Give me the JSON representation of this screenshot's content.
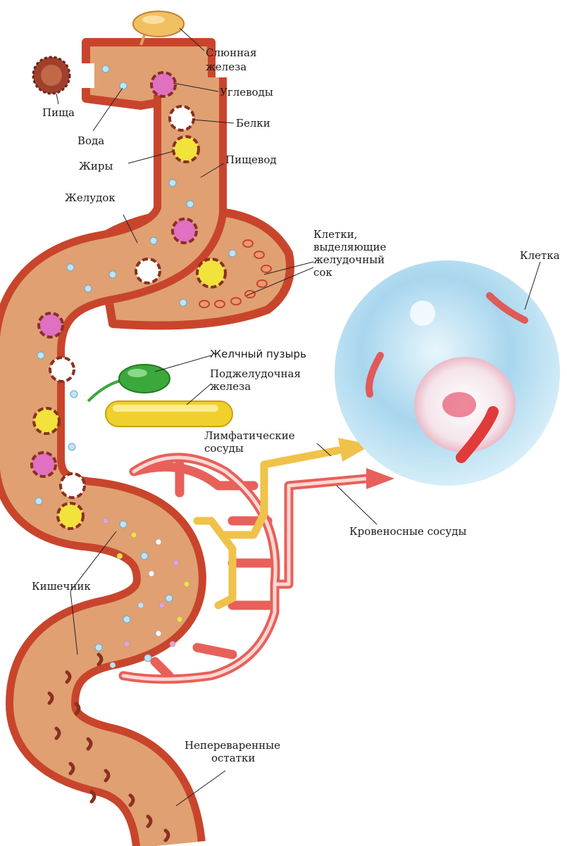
{
  "labels": {
    "salivary_gland": [
      "Слюнная",
      "железа"
    ],
    "food": "Пища",
    "water": "Вода",
    "carbohydrates": "Углеводы",
    "proteins": "Белки",
    "fats": "Жиры",
    "esophagus": "Пищевод",
    "stomach": "Желудок",
    "gastric_cells": [
      "Клетки,",
      "выделяющие",
      "желудочный",
      "сок"
    ],
    "cell": "Клетка",
    "gallbladder": "Желчный пузырь",
    "pancreas": [
      "Поджелудочная",
      "железа"
    ],
    "lymph_vessels": [
      "Лимфатические",
      "сосуды"
    ],
    "blood_vessels": "Кровеносные сосуды",
    "intestine": "Кишечник",
    "undigested": [
      "Непереваренные",
      "остатки"
    ]
  },
  "colors": {
    "tract_outer": "#c8452c",
    "tract_inner": "#e0a072",
    "blood": "#e8605a",
    "lymph": "#efc24a",
    "gallbladder": "#3aa83a",
    "pancreas": "#f0d02c",
    "cell_body": "#9fd2ec",
    "carb": "#e070c0",
    "fat": "#f2e23c",
    "water": "#a8d8ea"
  }
}
